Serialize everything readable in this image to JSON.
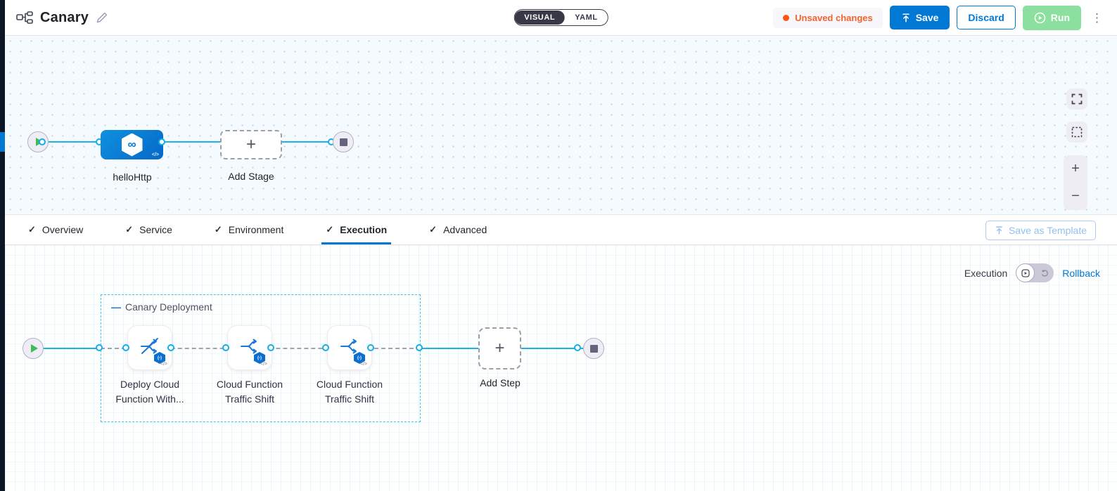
{
  "icons": {
    "check": "✓",
    "plus": "+",
    "kebab": "⋮",
    "zoom_in": "+",
    "zoom_out": "−",
    "code": "</>",
    "fn_badge": "(-)",
    "infinity": "∞",
    "collapse_dash": "—"
  },
  "header": {
    "title": "Canary",
    "visual": "VISUAL",
    "yaml": "YAML",
    "unsaved": "Unsaved changes",
    "save": "Save",
    "discard": "Discard",
    "run": "Run"
  },
  "stage_canvas": {
    "stage_label": "helloHttp",
    "add_stage": "Add Stage"
  },
  "tabs": {
    "items": [
      {
        "label": "Overview"
      },
      {
        "label": "Service"
      },
      {
        "label": "Environment"
      },
      {
        "label": "Execution"
      },
      {
        "label": "Advanced"
      }
    ],
    "active": "Execution",
    "save_as_template": "Save as Template"
  },
  "execution": {
    "mode_label": "Execution",
    "rollback": "Rollback",
    "group_title": "Canary Deployment",
    "steps": [
      {
        "line1": "Deploy Cloud",
        "line2": "Function With..."
      },
      {
        "line1": "Cloud Function",
        "line2": "Traffic Shift"
      },
      {
        "line1": "Cloud Function",
        "line2": "Traffic Shift"
      }
    ],
    "add_step": "Add Step"
  },
  "colors": {
    "accent_blue": "#0278d5",
    "connector_cyan": "#1cb2e9",
    "group_border_cyan": "#41c4f1",
    "unsaved_orange": "#ff5310",
    "run_green": "#8bdf9f",
    "stage_node_blue": "#0a84dc",
    "start_node_green": "#42ba57",
    "sidebar_dark": "#0b1626"
  }
}
